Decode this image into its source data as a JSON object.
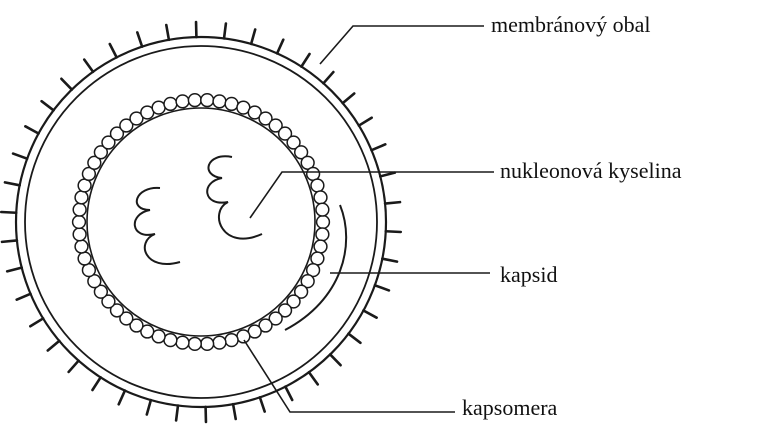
{
  "labels": {
    "membrane": "membránový obal",
    "nucleic_acid": "nukleonová kyselina",
    "capsid": "kapsid",
    "capsomere": "kapsomera"
  },
  "colors": {
    "ink": "#1a1a1a",
    "background": "#ffffff"
  }
}
